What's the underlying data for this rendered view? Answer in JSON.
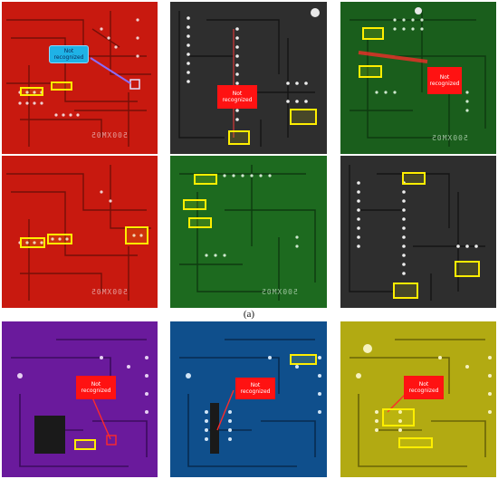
{
  "figure": {
    "caption": "(a)",
    "callout_label": "Not recognized",
    "silk_text": "500XM05"
  },
  "panels": [
    {
      "id": "r1c1",
      "board_color": "#c8190f",
      "trace_color": "#5a0e08",
      "pad_color": "#f0d0d0",
      "has_blue_callout": true
    },
    {
      "id": "r1c2",
      "board_color": "#2e2e2e",
      "trace_color": "#151515",
      "pad_color": "#eeeeee",
      "has_red_callout": true
    },
    {
      "id": "r1c3",
      "board_color": "#1a5e1c",
      "trace_color": "#0e3a10",
      "pad_color": "#cfe8cf",
      "has_red_callout": true
    },
    {
      "id": "r2c1",
      "board_color": "#c8190f",
      "trace_color": "#5a0e08",
      "pad_color": "#f0d0d0"
    },
    {
      "id": "r2c2",
      "board_color": "#1d6a1f",
      "trace_color": "#0e3a10",
      "pad_color": "#cfe8cf"
    },
    {
      "id": "r2c3",
      "board_color": "#2e2e2e",
      "trace_color": "#151515",
      "pad_color": "#eeeeee"
    },
    {
      "id": "r3c1",
      "board_color": "#6a1a9c",
      "trace_color": "#3c0c5e",
      "pad_color": "#e6d0f2",
      "has_red_callout": true
    },
    {
      "id": "r3c2",
      "board_color": "#0f4f8c",
      "trace_color": "#082c50",
      "pad_color": "#d0e4f6",
      "has_red_callout": true
    },
    {
      "id": "r3c3",
      "board_color": "#b2aa12",
      "trace_color": "#6a6408",
      "pad_color": "#f6f2c0",
      "has_red_callout": true
    }
  ]
}
